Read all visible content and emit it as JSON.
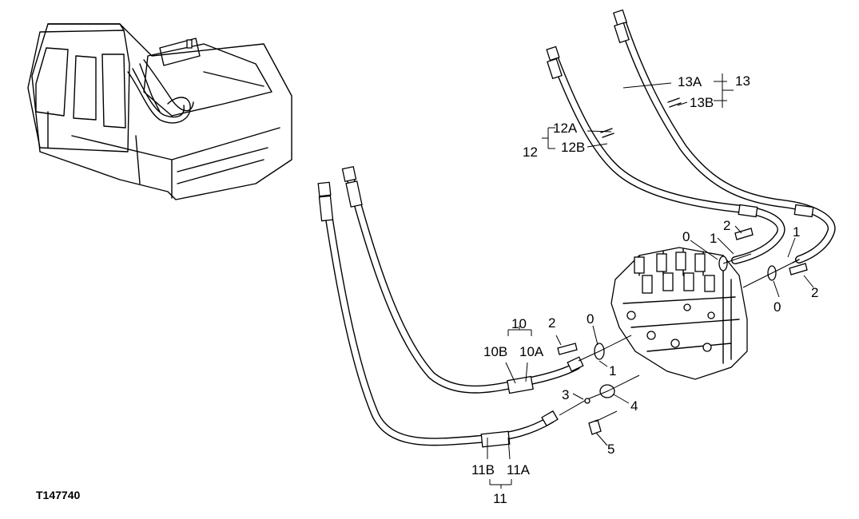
{
  "figure_code": "T147740",
  "labels": {
    "l10": "10",
    "l10A": "10A",
    "l10B": "10B",
    "l11": "11",
    "l11A": "11A",
    "l11B": "11B",
    "l12": "12",
    "l12A": "12A",
    "l12B": "12B",
    "l13": "13",
    "l13A": "13A",
    "l13B": "13B",
    "l0": "0",
    "l1": "1",
    "l2": "2",
    "l3": "3",
    "l4": "4",
    "l5": "5"
  }
}
